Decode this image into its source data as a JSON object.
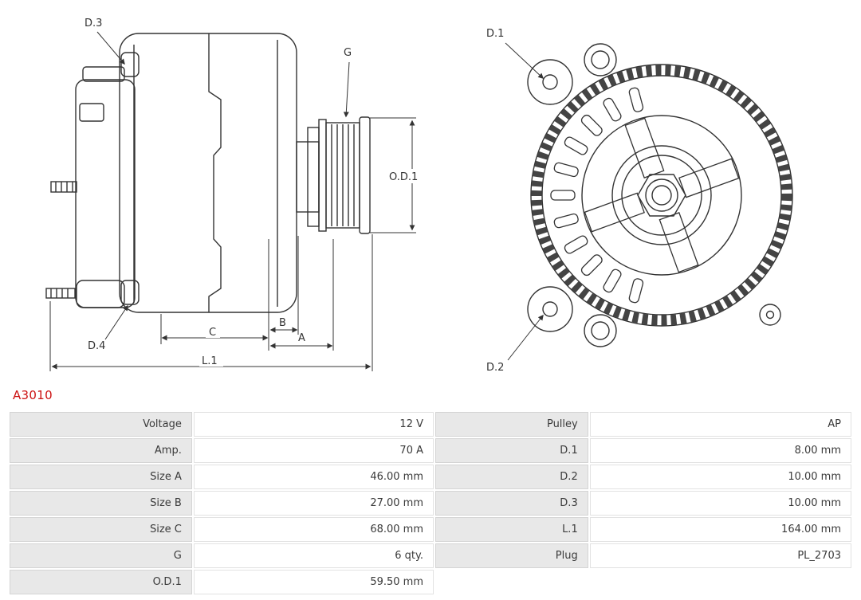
{
  "part_number": "A3010",
  "colors": {
    "part_number_red": "#cc1111",
    "table_label_bg": "#e8e8e8",
    "line_color": "#333333"
  },
  "diagram": {
    "side": {
      "d3": "D.3",
      "g": "G",
      "od1": "O.D.1",
      "d4": "D.4",
      "c": "C",
      "b": "B",
      "a": "A",
      "l1": "L.1"
    },
    "front": {
      "d1": "D.1",
      "d2": "D.2"
    }
  },
  "table": {
    "rows": [
      {
        "l1": "Voltage",
        "v1": "12 V",
        "l2": "Pulley",
        "v2": "AP"
      },
      {
        "l1": "Amp.",
        "v1": "70 A",
        "l2": "D.1",
        "v2": "8.00 mm"
      },
      {
        "l1": "Size A",
        "v1": "46.00 mm",
        "l2": "D.2",
        "v2": "10.00 mm"
      },
      {
        "l1": "Size B",
        "v1": "27.00 mm",
        "l2": "D.3",
        "v2": "10.00 mm"
      },
      {
        "l1": "Size C",
        "v1": "68.00 mm",
        "l2": "L.1",
        "v2": "164.00 mm"
      },
      {
        "l1": "G",
        "v1": "6 qty.",
        "l2": "Plug",
        "v2": "PL_2703"
      },
      {
        "l1": "O.D.1",
        "v1": "59.50 mm",
        "l2": "",
        "v2": ""
      }
    ]
  }
}
